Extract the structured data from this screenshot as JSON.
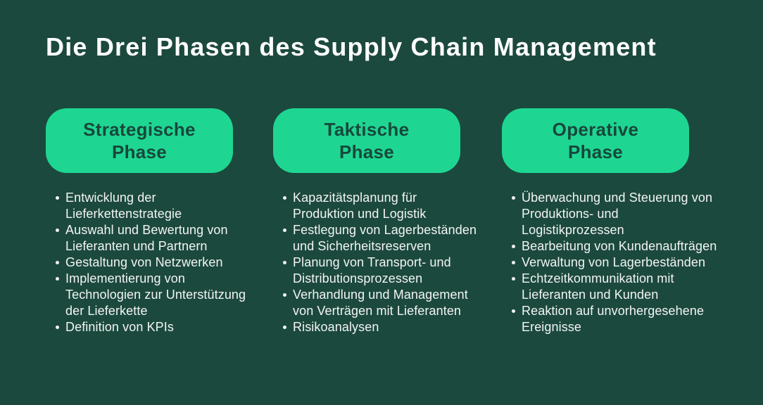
{
  "page": {
    "title": "Die Drei Phasen des Supply Chain Management",
    "background_color": "#1C493D",
    "accent_color": "#1ED692",
    "box_text_color": "#17483C",
    "body_text_color": "#F2F5F4"
  },
  "phases": [
    {
      "label": "Strategische Phase",
      "items": [
        "Entwicklung der Lieferkettenstrategie",
        "Auswahl und Bewertung von Lieferanten und Partnern",
        "Gestaltung von Netzwerken",
        "Implementierung von Technologien zur Unterstützung der Lieferkette",
        "Definition von KPIs"
      ]
    },
    {
      "label": "Taktische Phase",
      "items": [
        "Kapazitätsplanung für Produktion und Logistik",
        "Festlegung von Lagerbeständen und Sicherheitsreserven",
        "Planung von Transport- und Distributionsprozessen",
        "Verhandlung und Management von Verträgen mit Lieferanten",
        "Risikoanalysen"
      ]
    },
    {
      "label": "Operative Phase",
      "items": [
        "Überwachung und Steuerung von Produktions- und Logistikprozessen",
        "Bearbeitung von Kundenaufträgen",
        "Verwaltung von Lagerbeständen",
        "Echtzeitkommunikation mit Lieferanten und Kunden",
        "Reaktion auf unvorhergesehene Ereignisse"
      ]
    }
  ]
}
